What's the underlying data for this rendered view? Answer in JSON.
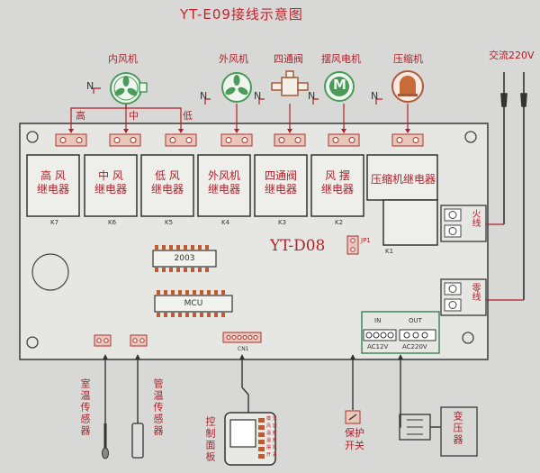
{
  "title": "YT-E09接线示意图",
  "model_label": "YT-D08",
  "top_components": {
    "indoor_fan": {
      "label": "内风机",
      "speeds": [
        "高",
        "中",
        "低"
      ],
      "n_label": "N"
    },
    "outdoor_fan": {
      "label": "外风机",
      "n_label": "N"
    },
    "four_way_valve": {
      "label": "四通阀",
      "n_label": "N"
    },
    "swing_motor": {
      "label": "摆风电机",
      "symbol": "M",
      "n_label": "N"
    },
    "compressor": {
      "label": "压缩机",
      "n_label": "N"
    },
    "ac_supply": {
      "label": "交流220V"
    }
  },
  "relays": [
    {
      "label": "高 风\n继电器",
      "ref": "K7"
    },
    {
      "label": "中 风\n继电器",
      "ref": "K6"
    },
    {
      "label": "低 风\n继电器",
      "ref": "K5"
    },
    {
      "label": "外风机\n继电器",
      "ref": "K4"
    },
    {
      "label": "四通阀\n继电器",
      "ref": "K3"
    },
    {
      "label": "风 摆\n继电器",
      "ref": "K2"
    },
    {
      "label": "压缩机继电器",
      "ref": "K1"
    }
  ],
  "chips": {
    "chip1": "2003",
    "chip2": "MCU"
  },
  "jumper": "JP1",
  "terminals": {
    "live": "火线",
    "neutral": "零线"
  },
  "power_block": {
    "in": "IN",
    "out": "OUT",
    "ac12": "AC12V",
    "ac220": "AC220V"
  },
  "connector_cn": "CN1",
  "bottom_components": {
    "room_sensor": "室温传感器",
    "pipe_sensor": "管温传感器",
    "control_panel": "控制面板",
    "panel_items": [
      "模 式",
      "风 速",
      "温 度",
      "温 度",
      "摆 风",
      "开 关"
    ],
    "protect_switch": "保护开关",
    "transformer": "变压器"
  }
}
